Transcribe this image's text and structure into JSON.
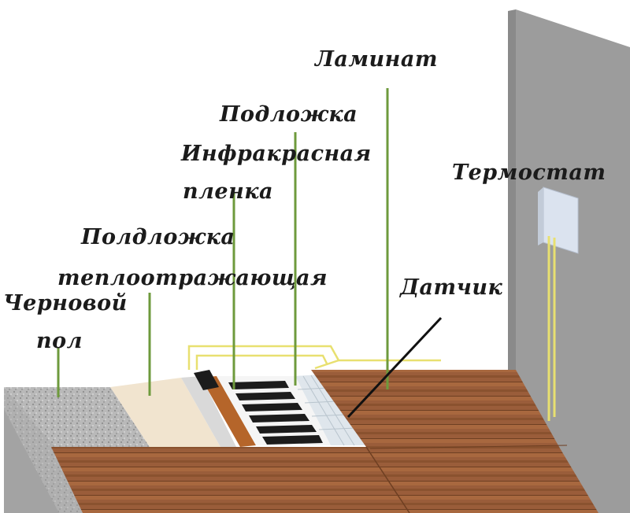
{
  "labels": {
    "laminate": "Ламинат",
    "underlay": "Подложка",
    "ir_film_line1": "Инфракрасная",
    "ir_film_line2": "пленка",
    "reflective_underlay_line1": "Полдложка",
    "reflective_underlay_line2": "теплоотражающая",
    "subfloor_line1": "Черновой",
    "subfloor_line2": "пол",
    "thermostat": "Термостат",
    "sensor": "Датчик"
  },
  "colors": {
    "subfloor": "#b9b9b9",
    "reflective_underlay": "#f1e4cf",
    "underlay": "#d9dad8",
    "ir_film_strip": "#1c1c1c",
    "copper_strip": "#b5652a",
    "laminate": "#9a5d3a",
    "wall": "#9c9c9c",
    "thermostat": "#dbe3ef",
    "wire_yellow": "#e8e070",
    "leader_green": "#6e9a3c"
  }
}
